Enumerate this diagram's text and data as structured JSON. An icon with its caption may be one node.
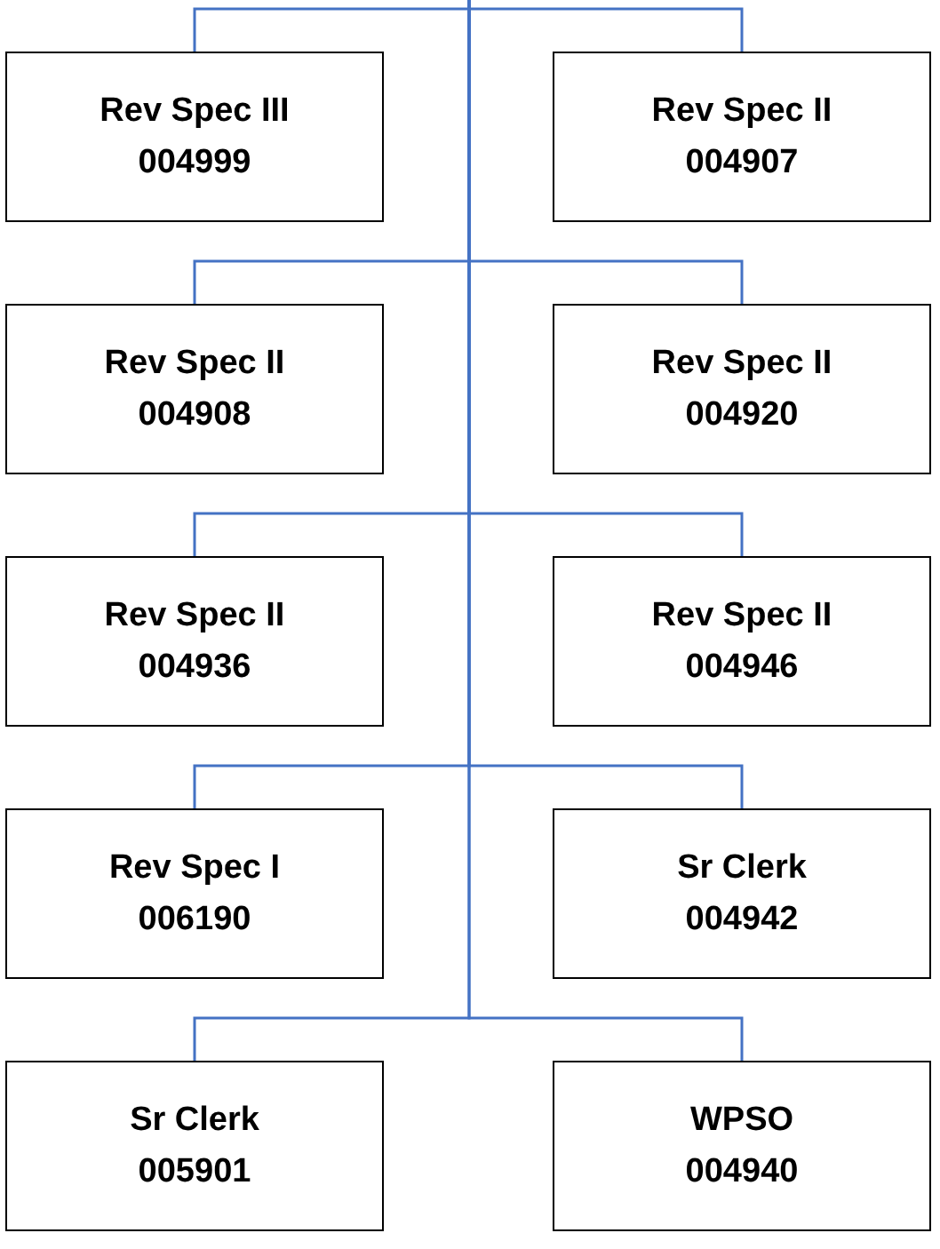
{
  "diagram": {
    "nodes": [
      {
        "text": [
          "Rev Spec III",
          "004999"
        ]
      },
      {
        "text": [
          "Rev Spec II",
          "004907"
        ]
      },
      {
        "text": [
          "Rev Spec II",
          "004908"
        ]
      },
      {
        "text": [
          "Rev Spec II",
          "004920"
        ]
      },
      {
        "text": [
          "Rev Spec II",
          "004936"
        ]
      },
      {
        "text": [
          "Rev Spec II",
          "004946"
        ]
      },
      {
        "text": [
          "Rev Spec I",
          "006190"
        ]
      },
      {
        "text": [
          "Sr Clerk",
          "004942"
        ]
      },
      {
        "text": [
          "Sr Clerk",
          "005901"
        ]
      },
      {
        "text": [
          "WPSO",
          "004940"
        ]
      }
    ],
    "edges": [
      {
        "from": null,
        "to": 0,
        "arrow": "none"
      },
      {
        "from": null,
        "to": 1,
        "arrow": "none"
      },
      {
        "from": null,
        "to": 2,
        "arrow": "none"
      },
      {
        "from": null,
        "to": 3,
        "arrow": "none"
      },
      {
        "from": null,
        "to": 4,
        "arrow": "none"
      },
      {
        "from": null,
        "to": 5,
        "arrow": "none"
      },
      {
        "from": null,
        "to": 6,
        "arrow": "none"
      },
      {
        "from": null,
        "to": 7,
        "arrow": "none"
      },
      {
        "from": null,
        "to": 8,
        "arrow": "none"
      },
      {
        "from": null,
        "to": 9,
        "arrow": "none"
      }
    ]
  }
}
